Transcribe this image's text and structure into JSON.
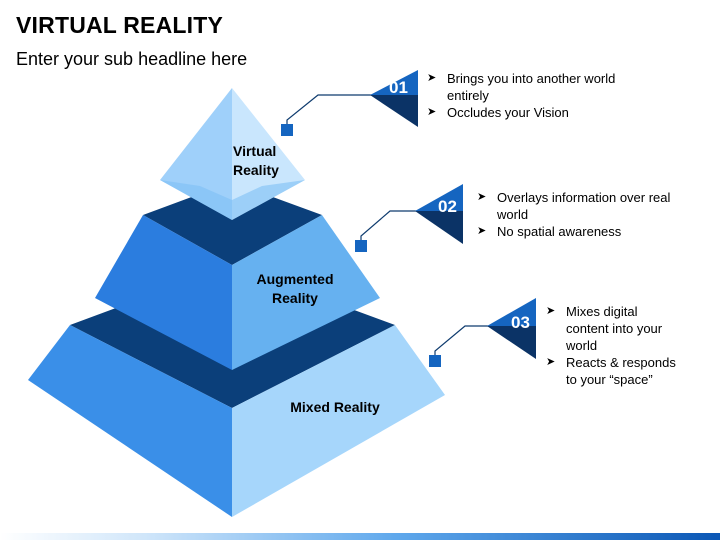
{
  "header": {
    "title": "VIRTUAL REALITY",
    "subtitle": "Enter your sub headline here"
  },
  "pyramid": {
    "layers": [
      {
        "label_line1": "Virtual",
        "label_line2": "Reality"
      },
      {
        "label_line1": "Augmented",
        "label_line2": "Reality"
      },
      {
        "label_line1": "Mixed Reality",
        "label_line2": ""
      }
    ]
  },
  "callouts": [
    {
      "number": "01",
      "bullets": [
        "Brings you into another world entirely",
        "Occludes your Vision"
      ]
    },
    {
      "number": "02",
      "bullets": [
        "Overlays information over real world",
        "No spatial awareness"
      ]
    },
    {
      "number": "03",
      "bullets": [
        "Mixes digital content into your world",
        "Reacts & responds to your “space”"
      ]
    }
  ],
  "colors": {
    "light_blue": "#a6d6fb",
    "mid_blue": "#3a8fe8",
    "dark_navy": "#0e4a8c",
    "accent": "#1565c0"
  },
  "icons": {
    "bullet": "arrowhead-bullet-icon"
  }
}
